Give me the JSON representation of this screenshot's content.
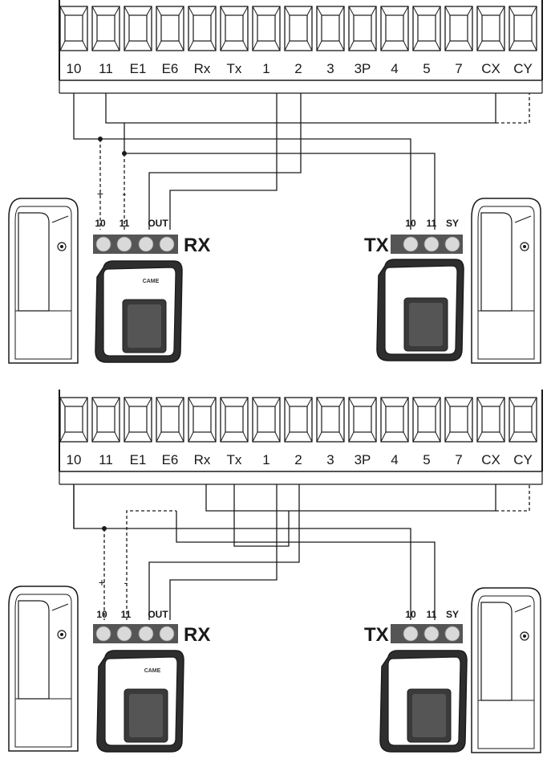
{
  "terminals": [
    "10",
    "11",
    "E1",
    "E6",
    "Rx",
    "Tx",
    "1",
    "2",
    "3",
    "3P",
    "4",
    "5",
    "7",
    "CX",
    "CY"
  ],
  "receiver": {
    "name": "RX",
    "terminals": [
      "10",
      "11",
      "OUT"
    ],
    "polarity": [
      "+",
      "-"
    ]
  },
  "transmitter": {
    "name": "TX",
    "terminals": [
      "10",
      "11",
      "SY"
    ]
  },
  "brand_logo": "CAME"
}
